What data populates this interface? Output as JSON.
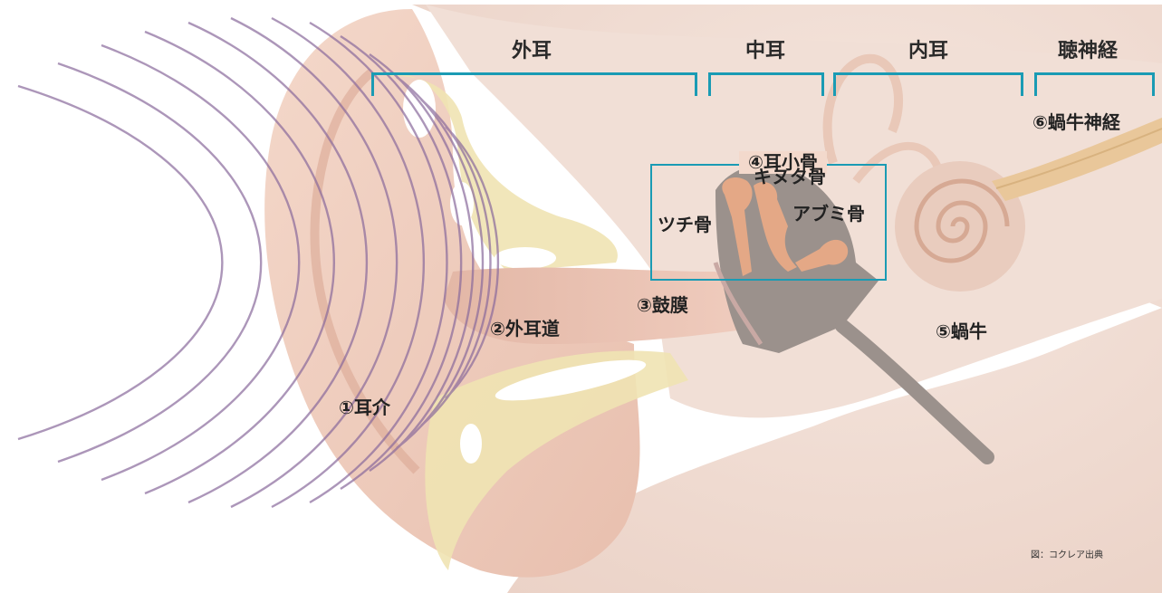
{
  "sections": {
    "outer_ear": "外耳",
    "middle_ear": "中耳",
    "inner_ear": "内耳",
    "auditory_nerve": "聴神経"
  },
  "parts": {
    "pinna": "①耳介",
    "ear_canal": "②外耳道",
    "eardrum": "③鼓膜",
    "ossicles": "④耳小骨",
    "cochlea": "⑤蝸牛",
    "cochlear_nerve": "⑥蝸牛神経"
  },
  "ossicle_bones": {
    "malleus": "ツチ骨",
    "incus": "キヌタ骨",
    "stapes": "アブミ骨"
  },
  "credit": "図：コクレア出典",
  "colors": {
    "bracket": "#1a9bb4",
    "sound_waves": "#8a6a9c",
    "skin": "#f0cfc0",
    "cartilage": "#f1e7b8",
    "bone": "#e5a987",
    "nerve": "#e9c79a"
  }
}
